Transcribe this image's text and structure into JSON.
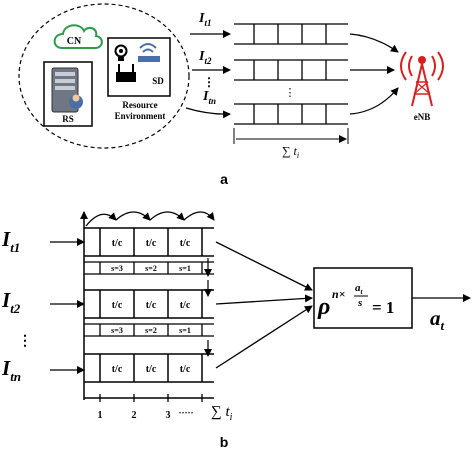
{
  "panel_a": {
    "panel_label": "a",
    "cloud_label": "CN",
    "rs_label": "RS",
    "sd_label": "SD",
    "resource_env_line1": "Resource",
    "resource_env_line2": "Environment",
    "input_main": "I",
    "input_subs": [
      "t1",
      "t2",
      "tn"
    ],
    "ellipsis": "⋮",
    "sum_label": "∑ t",
    "sum_sub": "i",
    "enb_label": "eNB"
  },
  "panel_b": {
    "panel_label": "b",
    "input_main": "I",
    "input_subs": [
      "t1",
      "t2",
      "tn"
    ],
    "ellipsis": "⋮",
    "cell_label": "t/c",
    "slot_labels": [
      "s=3",
      "s=2",
      "s=1"
    ],
    "tick_labels": [
      "1",
      "2",
      "3",
      "·····"
    ],
    "sum_label": "∑ t",
    "sum_sub": "i",
    "rho": "ρ",
    "exponent_prefix": "n×",
    "frac_num": "a",
    "frac_num_sub": "t",
    "frac_den": "s",
    "equals_one": "= 1",
    "output_main": "a",
    "output_sub": "t"
  },
  "colors": {
    "line": "#000000",
    "cloud": "#2e9c4a",
    "antenna_red": "#d62020",
    "server_blue": "#4a6fa5"
  }
}
